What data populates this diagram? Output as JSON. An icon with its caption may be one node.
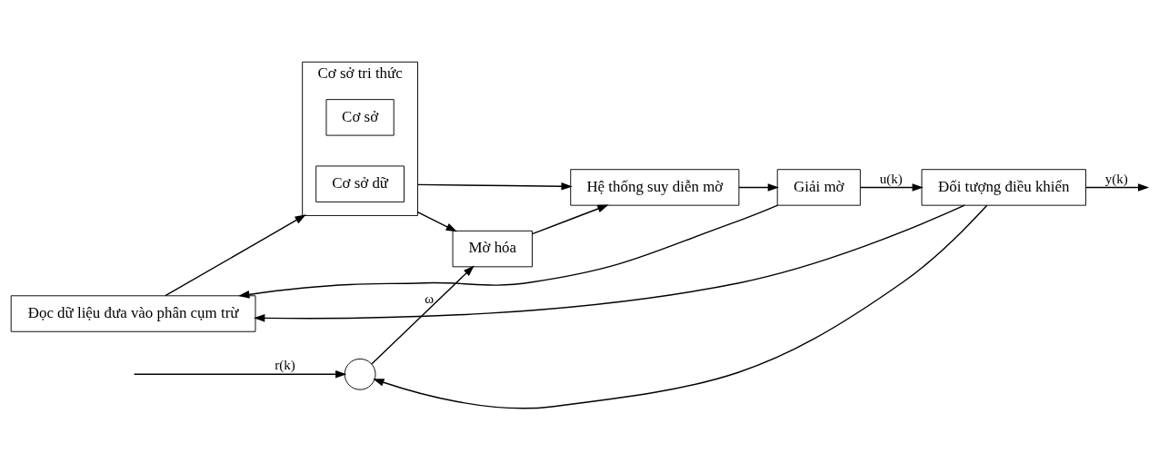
{
  "diagram": {
    "nodes": [
      {
        "text": [
          "Cơ sở tri thức"
        ]
      },
      {
        "text": [
          "Cơ sở"
        ],
        "in": 0
      },
      {
        "text": [
          "Cơ sở dữ"
        ],
        "in": 0
      },
      {
        "text": [
          "Đọc dữ liệu đưa vào phân cụm trừ"
        ]
      },
      {
        "text": [],
        "shape": "circle"
      },
      {
        "text": [
          "Mờ hóa"
        ]
      },
      {
        "text": [
          "Hệ thống suy diễn mờ"
        ]
      },
      {
        "text": [
          "Giải mờ"
        ]
      },
      {
        "text": [
          "Đối tượng điều khiển"
        ]
      }
    ],
    "edges": [
      {
        "from": null,
        "to": 4,
        "arrow": "to",
        "label": "r(k)"
      },
      {
        "from": 4,
        "to": 5,
        "arrow": "to",
        "label": "ω"
      },
      {
        "from": 5,
        "to": 6,
        "arrow": "to"
      },
      {
        "from": 6,
        "to": 7,
        "arrow": "to"
      },
      {
        "from": 7,
        "to": 8,
        "arrow": "to",
        "label": "u(k)"
      },
      {
        "from": 7,
        "to": 3,
        "arrow": "to"
      },
      {
        "from": 8,
        "to": null,
        "arrow": "to",
        "label": "y(k)"
      },
      {
        "from": 8,
        "to": 3,
        "arrow": "to"
      },
      {
        "from": 8,
        "to": 4,
        "arrow": "to"
      },
      {
        "from": 3,
        "to": 0,
        "arrow": "to"
      },
      {
        "from": 0,
        "to": 5,
        "arrow": "to"
      },
      {
        "from": 0,
        "to": 6,
        "arrow": "to"
      }
    ]
  }
}
